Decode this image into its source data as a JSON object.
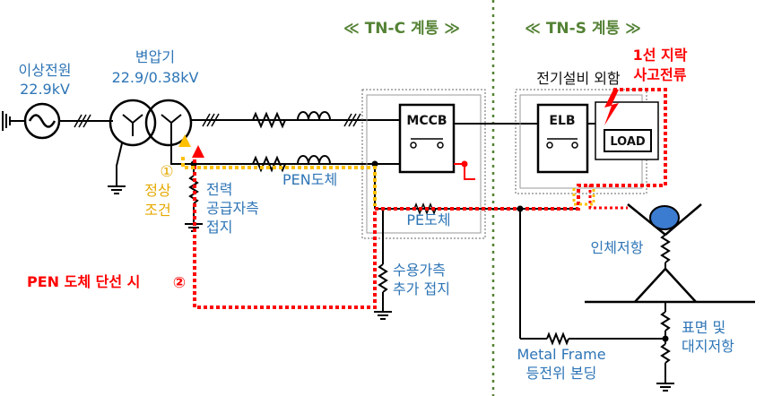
{
  "headers": {
    "tnc": "≪ TN-C 계통 ≫",
    "tns": "≪ TN-S 계통 ≫"
  },
  "source": {
    "line1": "이상전원",
    "line2": "22.9kV"
  },
  "transformer": {
    "line1": "변압기",
    "line2": "22.9/0.38kV"
  },
  "fault_label": {
    "line1": "1선 지락",
    "line2": "사고전류"
  },
  "enclosure_label": "전기설비 외함",
  "devices": {
    "mccb": "MCCB",
    "elb": "ELB",
    "load": "LOAD"
  },
  "conductors": {
    "pen": "PEN도체",
    "pe": "PE도체"
  },
  "normal_condition": {
    "number": "①",
    "line1": "정상",
    "line2": "조건"
  },
  "supply_ground": {
    "line1": "전력",
    "line2": "공급자측",
    "line3": "접지"
  },
  "customer_ground": {
    "line1": "수용가측",
    "line2": "추가 접지"
  },
  "pen_break": {
    "text": "PEN 도체 단선 시",
    "number": "②"
  },
  "body_resistance": "인체저항",
  "surface_resistance": {
    "line1": "표면 및",
    "line2": "대지저항"
  },
  "bonding": {
    "line1": "Metal Frame",
    "line2": "등전위 본딩"
  },
  "colors": {
    "blue_text": "#2e75b6",
    "green_text": "#548235",
    "fault_red": "#ff0000",
    "normal_yellow": "#ffc000",
    "body_blue": "#3b7bd0"
  }
}
